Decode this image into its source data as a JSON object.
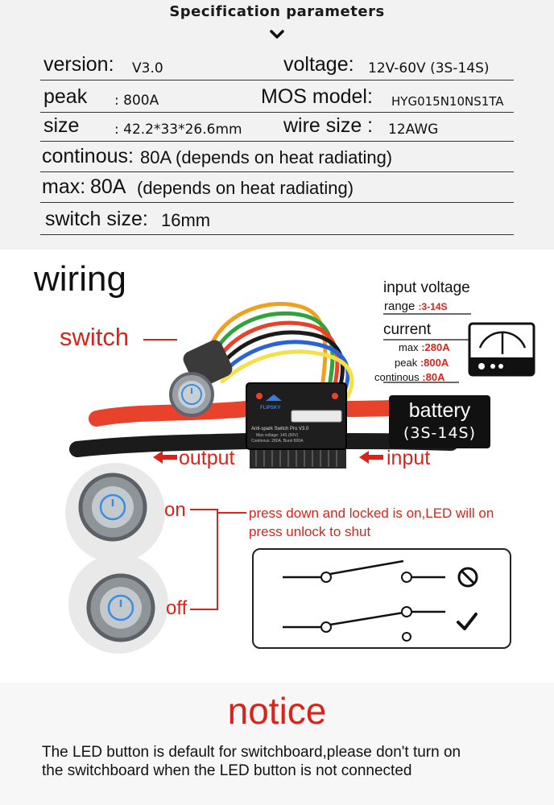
{
  "spec": {
    "title": "Specification parameters",
    "rows": [
      {
        "label1": "version:",
        "value1": "V3.0",
        "label2": "voltage:",
        "value2": "12V-60V (3S-14S)"
      },
      {
        "label1": "peak",
        "value1": ":  800A",
        "label2": "MOS model:",
        "value2": "HYG015N10NS1TA"
      },
      {
        "label1": "size",
        "value1": ":  42.2*33*26.6mm",
        "label2": "wire size :",
        "value2": "12AWG"
      },
      {
        "label1": "continous:",
        "value1": "80A (depends on heat radiating)"
      },
      {
        "label1": "max:",
        "value1": "80A",
        "value1b": "(depends on heat radiating)"
      },
      {
        "label1": "switch size:",
        "value1": "16mm"
      }
    ]
  },
  "wiring": {
    "title": "wiring",
    "switch_label": "switch",
    "output_label": "output",
    "input_label": "input",
    "input_voltage_label": "input voltage",
    "range_label": "range",
    "range_value": ":3-14S",
    "current_label": "current",
    "max_label": "max",
    "max_value": ":280A",
    "peak_label": "peak",
    "peak_value": ":800A",
    "continous_label": "continous",
    "continous_value": ":80A",
    "battery_label": "battery",
    "battery_spec": "(3S-14S)",
    "board_brand": "FLIPSKY",
    "board_name": "Anti-spark Switch Pro V3.0",
    "board_line2": "Max voltage: 14S (60V)",
    "board_line3": "Continous: 280A, Burst 800A"
  },
  "switch_states": {
    "on_label": "on",
    "off_label": "off",
    "desc_line1": "press down and locked is on,LED will on",
    "desc_line2": "press unlock to shut"
  },
  "notice": {
    "title": "notice",
    "line1": "The LED button is default for switchboard,please don't turn on",
    "line2": "the switchboard when the LED button is not connected"
  },
  "colors": {
    "accent_red": "#d9241b",
    "wire_red": "#e8412c",
    "wire_black": "#1b1b1b"
  }
}
